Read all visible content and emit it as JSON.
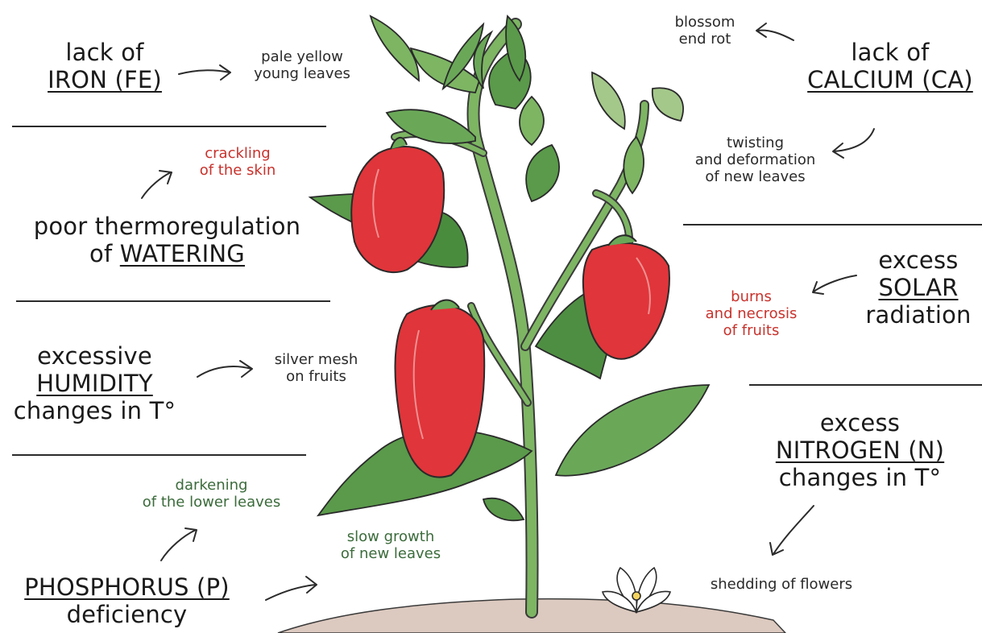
{
  "colors": {
    "pepper_red": "#e0353a",
    "leaf_green": "#5a9a4a",
    "stem_green": "#7db563",
    "soil": "#dcc9bf",
    "accent_red_text": "#c8322c",
    "accent_green_text": "#3b6b3b"
  },
  "iron": {
    "line1": "lack of",
    "line2": "IRON (FE)",
    "effect_line1": "pale yellow",
    "effect_line2": "young leaves"
  },
  "watering": {
    "line1": "poor thermoregulation",
    "line2_prefix": "of ",
    "line2_keyword": "WATERING",
    "effect_line1": "crackling",
    "effect_line2": "of the skin"
  },
  "humidity": {
    "line1": "excessive",
    "line2": "HUMIDITY",
    "line3": "changes in T°",
    "effect_line1": "silver mesh",
    "effect_line2": "on fruits"
  },
  "phosphorus": {
    "line1": "PHOSPHORUS (P)",
    "line2": "deficiency",
    "effect1_line1": "darkening",
    "effect1_line2": "of the lower leaves",
    "effect2_line1": "slow growth",
    "effect2_line2": "of new leaves"
  },
  "calcium": {
    "line1": "lack of",
    "line2": "CALCIUM (CA)",
    "effect1_line1": "blossom",
    "effect1_line2": "end rot",
    "effect2_line1": "twisting",
    "effect2_line2": "and deformation",
    "effect2_line3": "of new leaves"
  },
  "solar": {
    "line1": "excess",
    "line2": "SOLAR",
    "line3": "radiation",
    "effect_line1": "burns",
    "effect_line2": "and necrosis",
    "effect_line3": "of fruits"
  },
  "nitrogen": {
    "line1": "excess",
    "line2": "NITROGEN (N)",
    "line3": "changes in T°",
    "effect_line1": "shedding of flowers"
  }
}
